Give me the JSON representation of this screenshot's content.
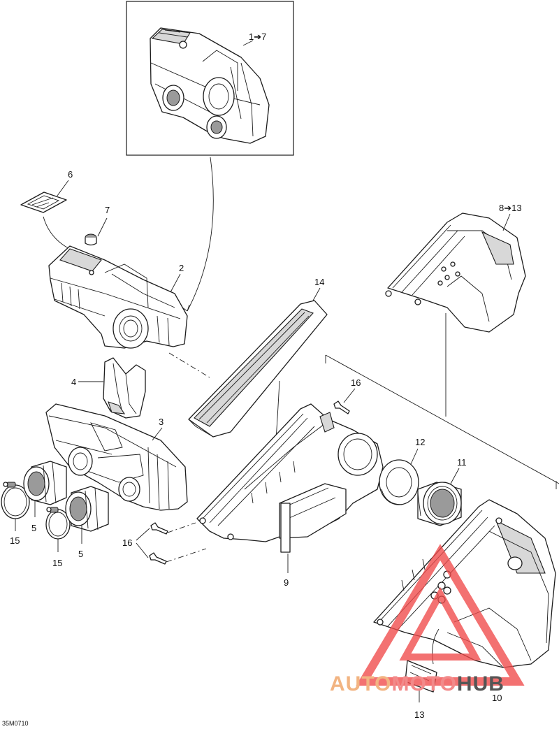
{
  "callouts": {
    "c_1_7": "1➔7",
    "c_6": "6",
    "c_7": "7",
    "c_2": "2",
    "c_8_13": "8➔13",
    "c_14": "14",
    "c_4": "4",
    "c_3": "3",
    "c_16_top": "16",
    "c_12": "12",
    "c_11": "11",
    "c_15_left": "15",
    "c_5_left": "5",
    "c_15_mid": "15",
    "c_5_mid": "5",
    "c_16_bottom": "16",
    "c_9": "9",
    "c_10": "10",
    "c_13": "13"
  },
  "figure_code": "35M0710",
  "watermark": {
    "part1": "AUTO",
    "part2": "MOTO",
    "part3": "HUB",
    "color_auto": "#f2b482",
    "color_moto": "#f28a8a",
    "color_hub": "#555555",
    "triangle_color": "#f04a4a"
  }
}
